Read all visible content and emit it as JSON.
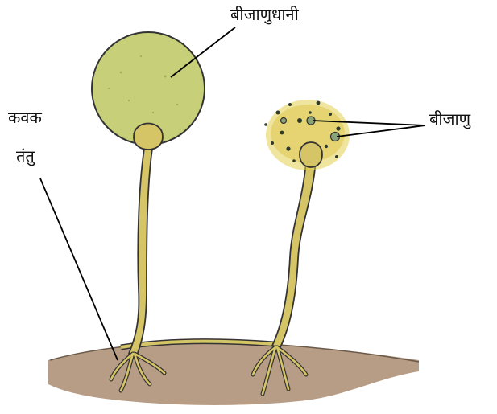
{
  "labels": {
    "sporangium": "बीजाणुधानी",
    "hyphae_line1": "कवक",
    "hyphae_line2": "तंतु",
    "spores": "बीजाणु"
  },
  "colors": {
    "sporangium_fill": "#c7d078",
    "stalk_fill": "#d6c566",
    "soil_fill": "#b79d86",
    "spore_cloud": "#e4d050",
    "outline": "#333333"
  }
}
